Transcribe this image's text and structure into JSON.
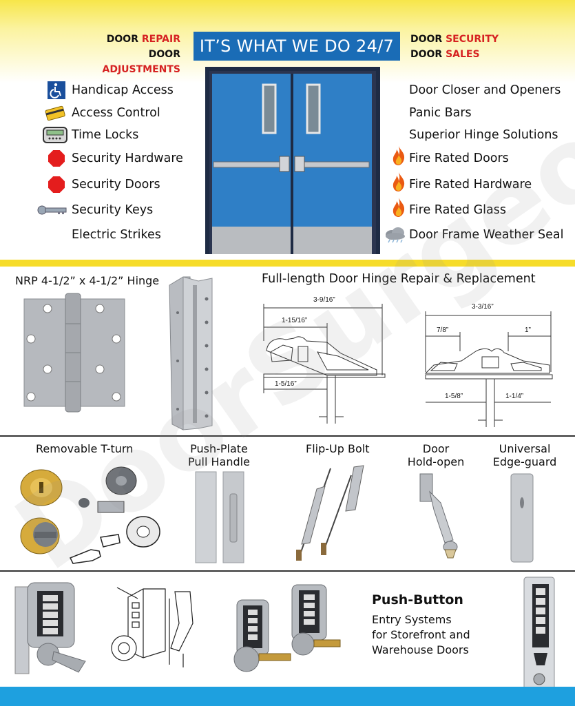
{
  "header": {
    "left_line1_a": "DOOR ",
    "left_line1_b": "REPAIR",
    "left_line2_a": "DOOR ",
    "left_line2_b": "ADJUSTMENTS",
    "banner": "IT’S WHAT WE DO 24/7",
    "right_line1_a": "DOOR ",
    "right_line1_b": "SECURITY",
    "right_line2_a": "DOOR ",
    "right_line2_b": "SALES"
  },
  "services_left": [
    {
      "label": "Handicap Access",
      "icon": "wheelchair-icon"
    },
    {
      "label": "Access Control",
      "icon": "card-icon"
    },
    {
      "label": "Time Locks",
      "icon": "time-lock-icon"
    },
    {
      "label": "Security Hardware",
      "icon": "stop-octagon-icon"
    },
    {
      "label": "Security Doors",
      "icon": "stop-octagon-icon"
    },
    {
      "label": "Security Keys",
      "icon": "key-icon"
    },
    {
      "label": "Electric Strikes",
      "icon": ""
    }
  ],
  "services_right": [
    {
      "label": "Door Closer and Openers",
      "icon": ""
    },
    {
      "label": "Panic Bars",
      "icon": ""
    },
    {
      "label": "Superior Hinge Solutions",
      "icon": ""
    },
    {
      "label": "Fire Rated Doors",
      "icon": "flame-icon"
    },
    {
      "label": "Fire Rated Hardware",
      "icon": "flame-icon"
    },
    {
      "label": "Fire Rated Glass",
      "icon": "flame-icon"
    },
    {
      "label": "Door Frame Weather Seal",
      "icon": "cloud-icon"
    }
  ],
  "hinges": {
    "nrp_title": "NRP 4-1/2” x 4-1/2” Hinge",
    "full_title": "Full-length Door Hinge Repair & Replacement",
    "diagram1": {
      "d1": "3-9/16”",
      "d2": "1-15/16”",
      "d3": "1-5/16”"
    },
    "diagram2": {
      "d1": "3-3/16”",
      "d2": "7/8”",
      "d3": "1”",
      "d4": "1-5/8”",
      "d5": "1-1/4”"
    }
  },
  "products": {
    "tturn": "Removable T-turn",
    "push_plate_1": "Push-Plate",
    "push_plate_2": "Pull Handle",
    "flip_bolt": "Flip-Up Bolt",
    "hold_open_1": "Door",
    "hold_open_2": "Hold-open",
    "edge_guard_1": "Universal",
    "edge_guard_2": "Edge-guard"
  },
  "pushbutton": {
    "title": "Push-Button",
    "line1": "Entry Systems",
    "line2": "for Storefront and",
    "line3": "Warehouse Doors"
  },
  "watermark": "DoorSurgeon.com",
  "colors": {
    "accent_red": "#d62222",
    "banner_blue": "#1a6cb6",
    "door_blue": "#2f7fc6",
    "yellow": "#f6dc2a",
    "footer_blue": "#1ea0df"
  }
}
